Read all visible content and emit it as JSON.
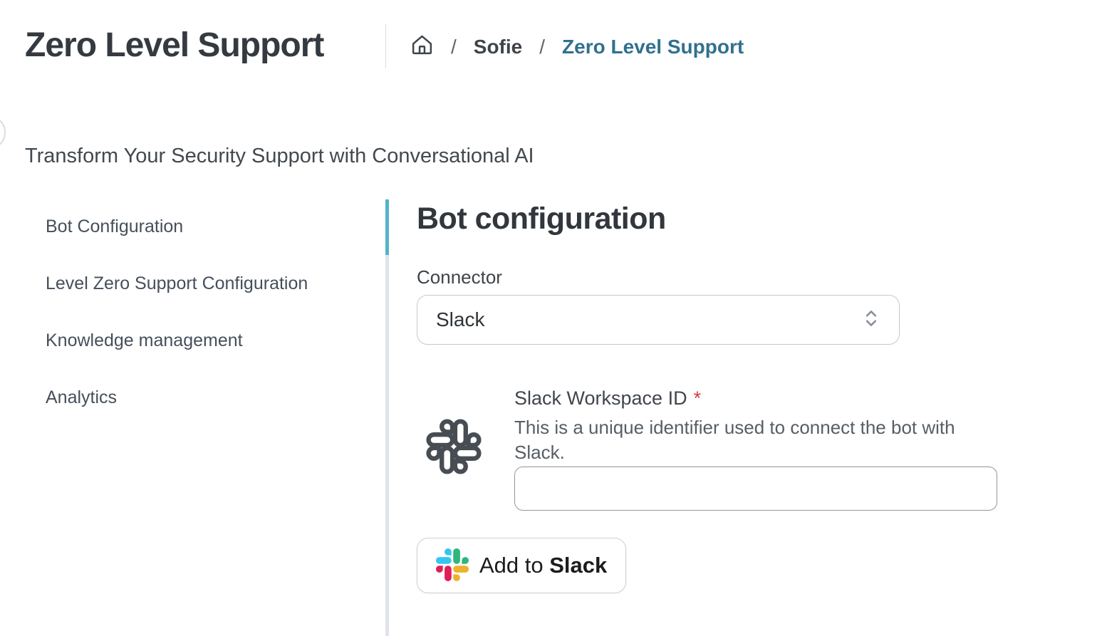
{
  "header": {
    "title": "Zero Level Support",
    "breadcrumb": {
      "separator": "/",
      "items": [
        {
          "label": "Sofie"
        },
        {
          "label": "Zero Level Support"
        }
      ]
    }
  },
  "page": {
    "subtitle": "Transform Your Security Support with Conversational AI"
  },
  "sidebar": {
    "items": [
      {
        "label": "Bot Configuration",
        "active": true
      },
      {
        "label": "Level Zero Support Configuration",
        "active": false
      },
      {
        "label": "Knowledge management",
        "active": false
      },
      {
        "label": "Analytics",
        "active": false
      }
    ]
  },
  "main": {
    "heading": "Bot configuration",
    "connector": {
      "label": "Connector",
      "value": "Slack"
    },
    "workspace_field": {
      "label": "Slack Workspace ID",
      "required_marker": "*",
      "help_text": "This is a unique identifier used to connect the bot with Slack.",
      "value": "",
      "placeholder": ""
    },
    "add_to_slack": {
      "prefix": "Add to ",
      "brand": "Slack"
    }
  },
  "icons": {
    "breadcrumb_home": "home-icon",
    "connector_chevron": "updown-chevron-icon",
    "workspace": "slack-logo-mono-icon",
    "add_button": "slack-logo-color-icon"
  },
  "colors": {
    "accent_teal": "#55b3c7",
    "breadcrumb_link": "#31708f",
    "required_red": "#d43f3f",
    "slack_blue": "#36C5F0",
    "slack_green": "#2EB67D",
    "slack_red": "#E01E5A",
    "slack_yellow": "#ECB22E"
  }
}
